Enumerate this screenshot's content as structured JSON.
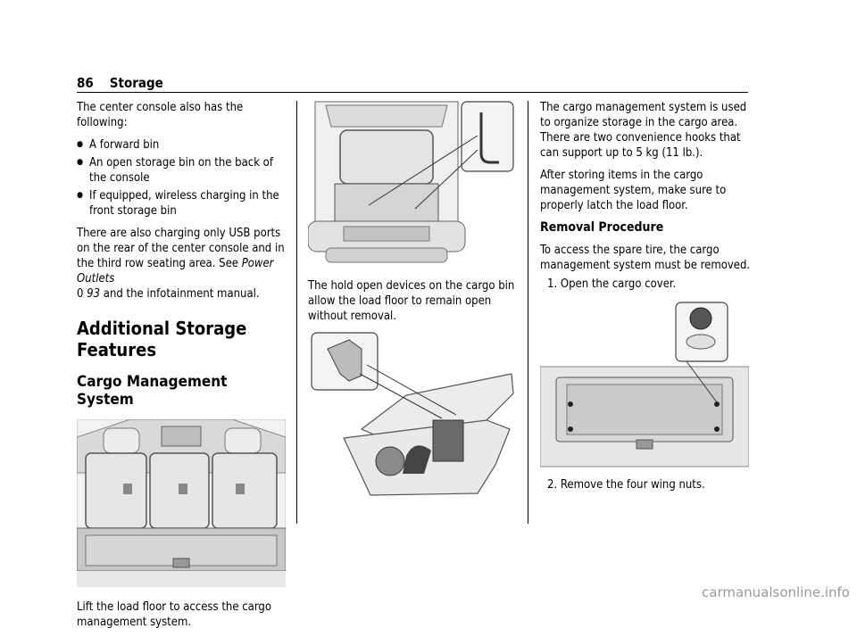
{
  "header": {
    "page_number": "86",
    "section": "Storage"
  },
  "col1": {
    "intro": "The center console also has the following:",
    "bullets": [
      "A forward bin",
      "An open storage bin on the back of the console",
      "If equipped, wireless charging in the front storage bin"
    ],
    "usb_text_1": "There are also charging only USB ports on the rear of the center console and in the third row seating area. See ",
    "usb_link": "Power Outlets",
    "usb_ref_icon": "page-ref-icon",
    "usb_ref_glyph": "0",
    "usb_ref_page": "93",
    "usb_text_2": " and the infotainment manual.",
    "heading_main": "Additional Storage Features",
    "heading_sub": "Cargo Management System",
    "caption": "Lift the load floor to access the cargo management system."
  },
  "col2": {
    "caption": "The hold open devices on the cargo bin allow the load floor to remain open without removal."
  },
  "col3": {
    "p1": "The cargo management system is used to organize storage in the cargo area. There are two convenience hooks that can support up to 5 kg (11 lb.).",
    "p2": "After storing items in the cargo management system, make sure to properly latch the load floor.",
    "heading": "Removal Procedure",
    "p3": "To access the spare tire, the cargo management system must be removed.",
    "step1": "1.  Open the cargo cover.",
    "step2": "2.  Remove the four wing nuts."
  },
  "watermark": "carmanualsonline.info"
}
